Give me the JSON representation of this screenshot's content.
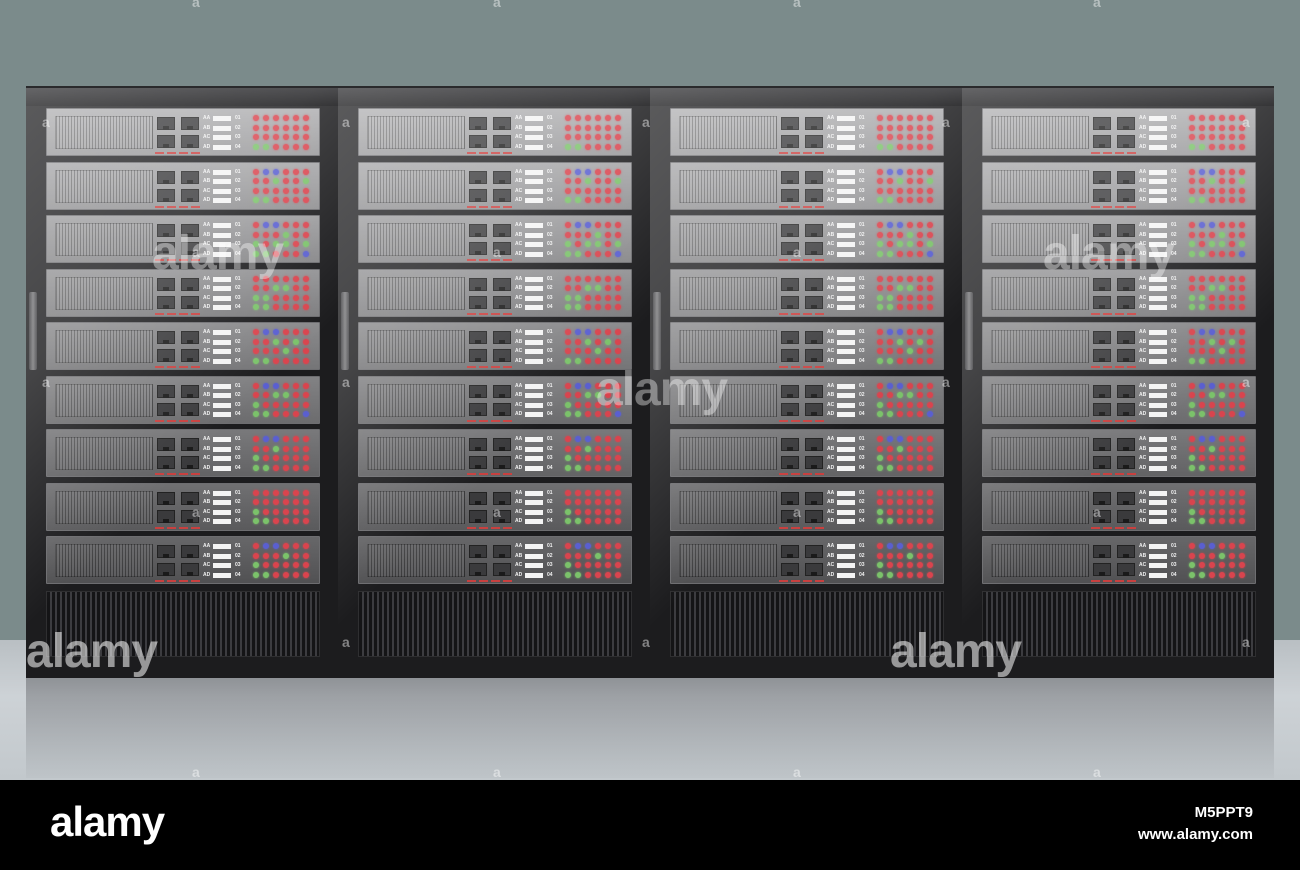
{
  "scene": {
    "subject": "server racks",
    "cabinet_count": 4,
    "units_per_cabinet": 9,
    "wall_color": "#7b8b8b",
    "floor_color": "#c6cbcf",
    "cabinet_color": "#1c1c1e"
  },
  "unit_panel": {
    "codes": [
      "AA",
      "AB",
      "AC",
      "AD"
    ],
    "numbers": [
      "01",
      "02",
      "03",
      "04"
    ],
    "led_colors": {
      "red": "#d9444e",
      "green": "#7bc26a",
      "blue": "#5a5fd0"
    }
  },
  "watermark": {
    "text": "alamy",
    "small_text": "a"
  },
  "footer": {
    "brand": "alamy",
    "image_id": "M5PPT9",
    "site": "www.alamy.com"
  }
}
